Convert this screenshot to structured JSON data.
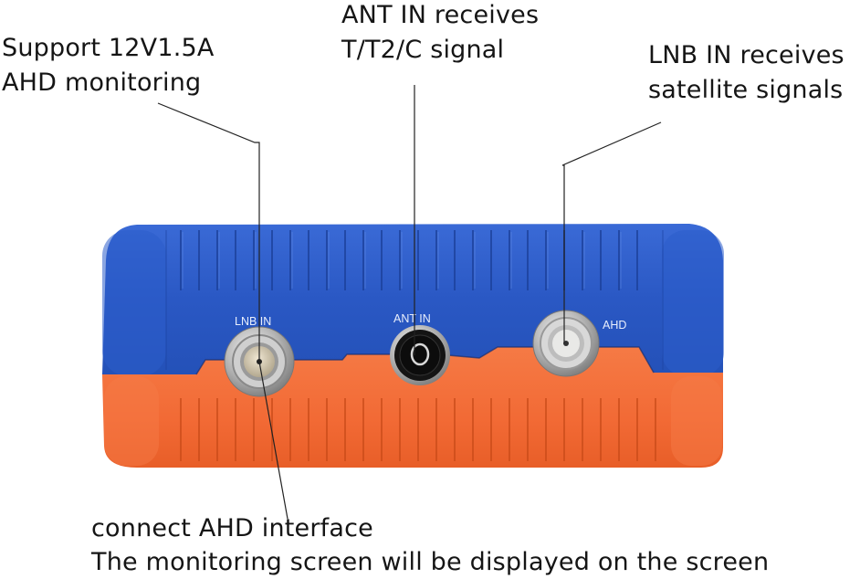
{
  "callouts": {
    "support_ahd": {
      "line1": "Support 12V1.5A",
      "line2": "AHD monitoring"
    },
    "ant_in": {
      "line1": "ANT IN receives",
      "line2": "T/T2/C signal"
    },
    "lnb_in": {
      "line1": "LNB IN receives",
      "line2": "satellite signals"
    },
    "connect_ahd": {
      "line1": "connect AHD interface",
      "line2": "The monitoring screen will be displayed on the screen"
    }
  },
  "device": {
    "ports": [
      {
        "label": "LNB IN",
        "type": "F-connector"
      },
      {
        "label": "ANT IN",
        "type": "IEC coax socket"
      },
      {
        "label": "AHD",
        "type": "BNC connector"
      }
    ],
    "colors": {
      "top_shell": "#2a58c4",
      "top_shell_dark": "#1e45a6",
      "bottom_shell": "#f26a35",
      "bottom_shell_dark": "#d9531f",
      "metal": "#c9c9c9"
    }
  }
}
